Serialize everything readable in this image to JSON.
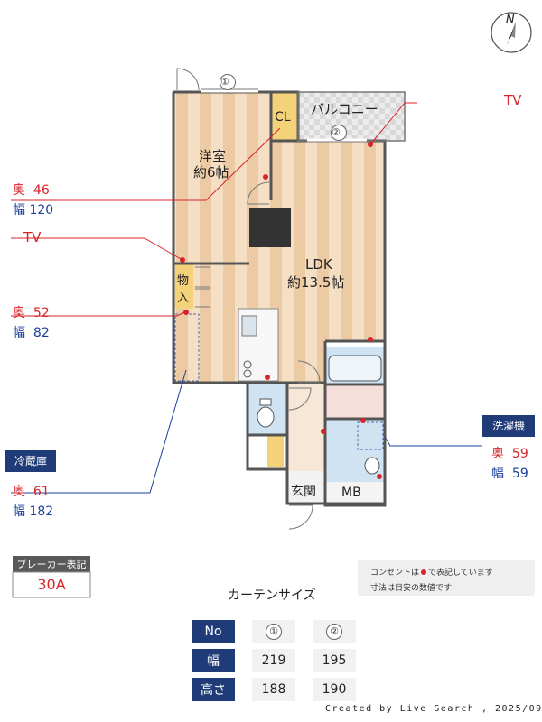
{
  "plan": {
    "rooms": {
      "western": {
        "name": "洋室",
        "size": "約6帖"
      },
      "ldk": {
        "name": "LDK",
        "size": "約13.5帖"
      },
      "cl": "CL",
      "storage_l1": "物",
      "storage_l2": "入",
      "balcony": "バルコニー",
      "entrance": "玄関",
      "mb": "MB"
    },
    "window_markers": [
      "①",
      "②"
    ]
  },
  "annotations": {
    "tv_top": "TV",
    "tv_left": "TV",
    "w1": {
      "depth_label": "奥",
      "depth": "46",
      "width_label": "幅",
      "width": "120"
    },
    "w2": {
      "depth_label": "奥",
      "depth": "52",
      "width_label": "幅",
      "width": "82"
    },
    "fridge": {
      "title": "冷蔵庫",
      "depth_label": "奥",
      "depth": "61",
      "width_label": "幅",
      "width": "182"
    },
    "washer": {
      "title": "洗濯機",
      "depth_label": "奥",
      "depth": "59",
      "width_label": "幅",
      "width": "59"
    }
  },
  "compass": {
    "label": "N"
  },
  "breaker": {
    "title": "ブレーカー表記",
    "value": "30A"
  },
  "notes": {
    "line1": "コンセントは",
    "line1b": "で表記しています",
    "line2": "寸法は目安の数値です"
  },
  "curtain": {
    "title": "カーテンサイズ",
    "header": [
      "No",
      "①",
      "②"
    ],
    "rows": [
      {
        "label": "幅",
        "values": [
          "219",
          "195"
        ]
      },
      {
        "label": "高さ",
        "values": [
          "188",
          "190"
        ]
      }
    ]
  },
  "footer": "Created by Live Search , 2025/09",
  "colors": {
    "accent": "#d8232a",
    "navy": "#1f3c78",
    "wood": "#f3dcc0"
  }
}
